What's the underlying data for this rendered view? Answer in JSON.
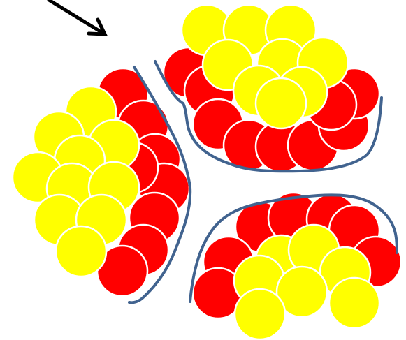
{
  "colors": {
    "background": "#ffffff",
    "red": "#ff0000",
    "yellow": "#ffff00",
    "boundary": "#41638f",
    "arrow": "#000000",
    "ball_outline": "#ffffff"
  },
  "diagram": {
    "description_items": [
      "arrow-icon",
      "cluster-top-right",
      "cluster-left",
      "cluster-bottom-right"
    ],
    "clusters": [
      {
        "key": "top-right",
        "red_count": 9,
        "yellow_count": 9
      },
      {
        "key": "left",
        "red_count": 8,
        "yellow_count": 10
      },
      {
        "key": "bottom-right",
        "red_count": 7,
        "yellow_count": 7
      }
    ]
  }
}
